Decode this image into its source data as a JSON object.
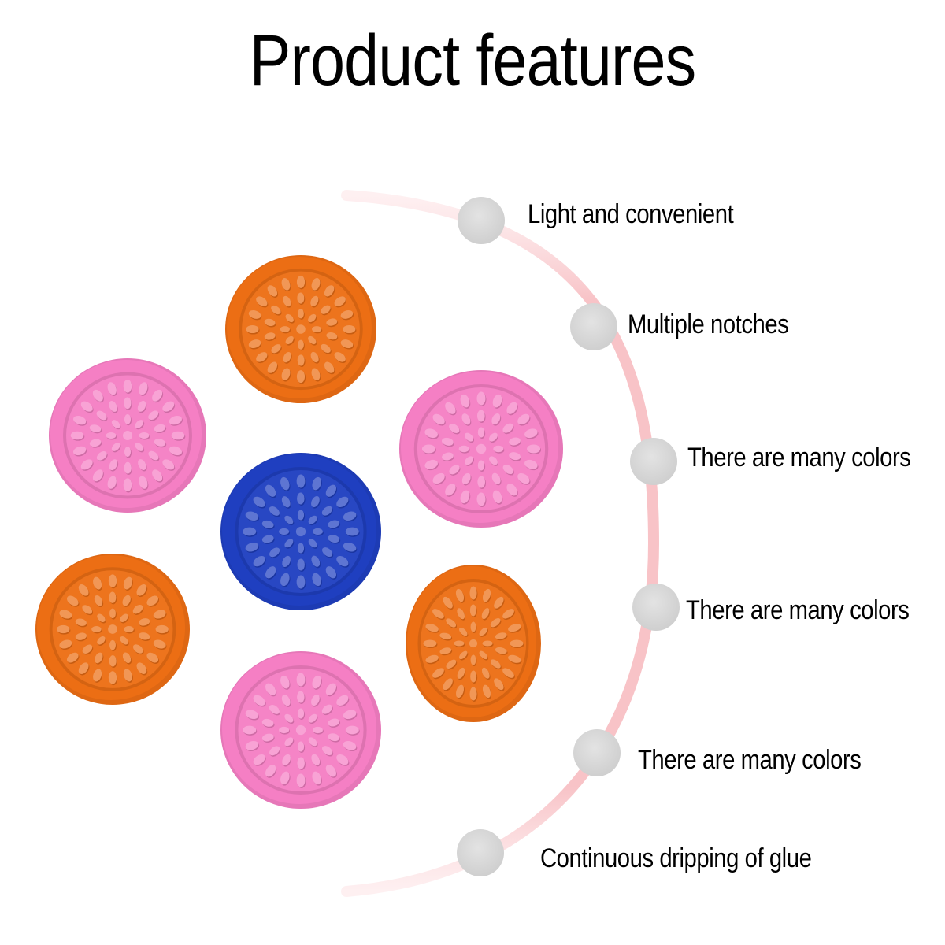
{
  "title": "Product features",
  "features": [
    "Light and convenient",
    "Multiple notches",
    "There are many colors",
    "There are many colors",
    "There are many colors",
    "Continuous dripping of glue"
  ],
  "colors": {
    "arc": "#f8c3c7",
    "marker": "#d9d9d9",
    "pink": "#f57fc4",
    "orange": "#ec6e14",
    "blue": "#1f3fc0"
  },
  "product_images": [
    {
      "name": "orange-glue-holder",
      "color": "orange"
    },
    {
      "name": "pink-glue-holder",
      "color": "pink"
    },
    {
      "name": "pink-glue-holder",
      "color": "pink"
    },
    {
      "name": "blue-glue-holder",
      "color": "blue"
    },
    {
      "name": "orange-glue-holder",
      "color": "orange"
    },
    {
      "name": "orange-glue-holder",
      "color": "orange"
    },
    {
      "name": "pink-glue-holder",
      "color": "pink"
    }
  ]
}
